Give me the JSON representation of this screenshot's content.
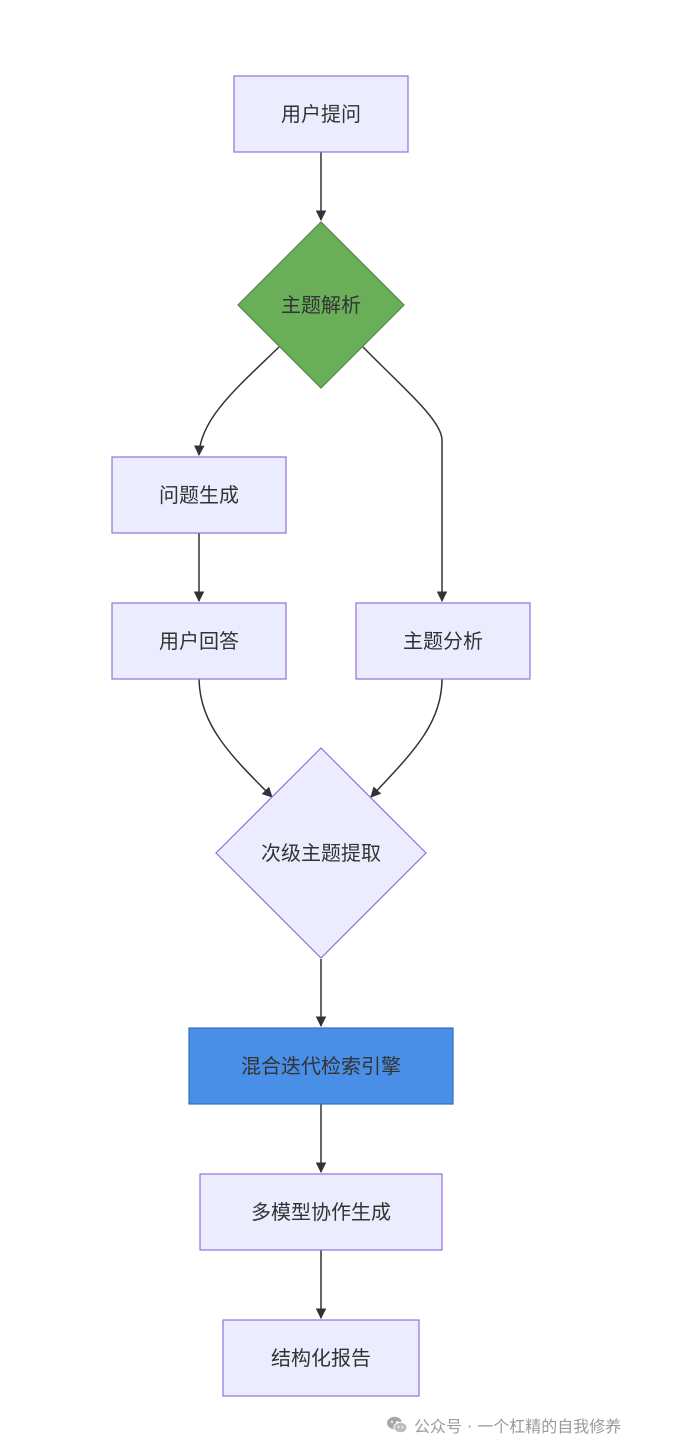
{
  "diagram": {
    "nodes": {
      "user_question": "用户提问",
      "topic_parsing": "主题解析",
      "question_generation": "问题生成",
      "user_answer": "用户回答",
      "topic_analysis": "主题分析",
      "subtopic_extraction": "次级主题提取",
      "hybrid_search_engine": "混合迭代检索引擎",
      "multi_model_generation": "多模型协作生成",
      "structured_report": "结构化报告"
    },
    "colors": {
      "default_fill": "#ECECFF",
      "default_stroke": "#9370DB",
      "decision_green_fill": "#6AAE5A",
      "decision_green_stroke": "#4E8B40",
      "engine_fill": "#4A8FE7",
      "engine_stroke": "#2F6FC0",
      "edge": "#333333"
    }
  },
  "watermark": {
    "icon": "wechat-icon",
    "text": "公众号 · 一个杠精的自我修养"
  }
}
